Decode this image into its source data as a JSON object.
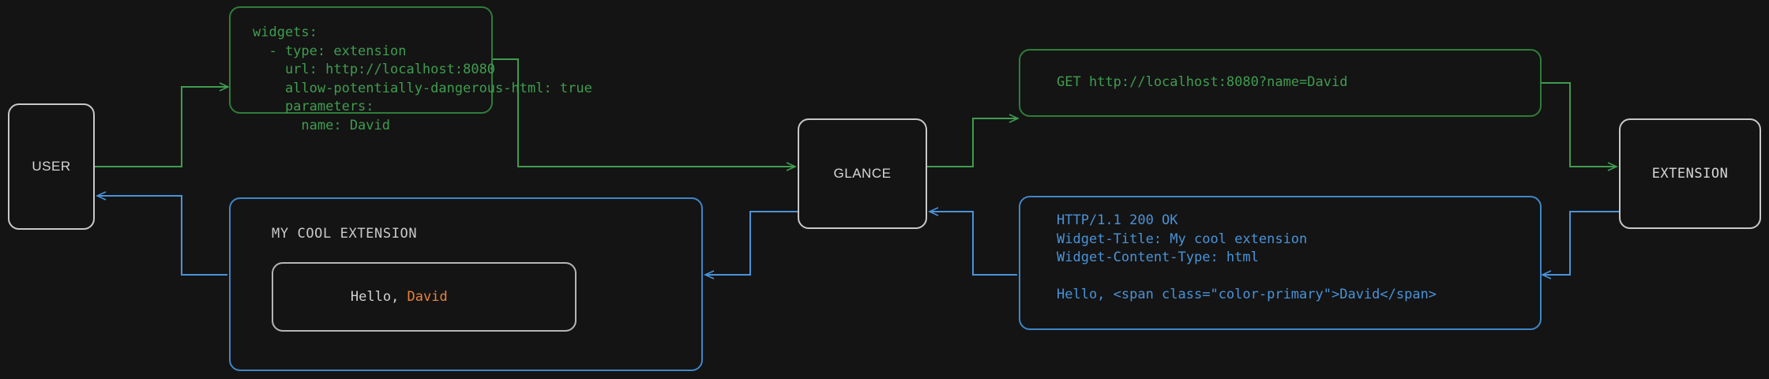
{
  "diagram": {
    "type": "sequence-flow",
    "background_color": "#141414",
    "colors": {
      "request_green": "#3f9c4f",
      "request_border_green": "#2f7d3a",
      "response_blue": "#4a93d8",
      "response_border_blue": "#3f86c8",
      "node_border": "#c8c8c8",
      "node_text": "#d6d6d6",
      "widget_accent_orange": "#e8833a",
      "widget_text": "#d2d2d2"
    }
  },
  "nodes": {
    "user": {
      "label": "USER"
    },
    "glance": {
      "label": "GLANCE"
    },
    "extension": {
      "label": "EXTENSION"
    }
  },
  "panels": {
    "config_yaml": {
      "kind": "request",
      "color": "#3f9c4f",
      "lines": [
        "widgets:",
        "  - type: extension",
        "    url: http://localhost:8080",
        "    allow-potentially-dangerous-html: true",
        "    parameters:",
        "      name: David"
      ]
    },
    "http_request": {
      "kind": "request",
      "color": "#3f9c4f",
      "lines": [
        "GET http://localhost:8080?name=David"
      ]
    },
    "http_response": {
      "kind": "response",
      "color": "#4a93d8",
      "lines": [
        "HTTP/1.1 200 OK",
        "Widget-Title: My cool extension",
        "Widget-Content-Type: html",
        "",
        "Hello, <span class=\"color-primary\">David</span>"
      ]
    },
    "rendered_widget": {
      "kind": "response",
      "color": "#4a93d8",
      "title": "MY COOL EXTENSION",
      "body_prefix": "Hello, ",
      "body_accent": "David"
    }
  },
  "connections": [
    {
      "name": "user-to-config",
      "from": "user",
      "to": "config_yaml",
      "color": "#3f9c4f"
    },
    {
      "name": "config-to-glance",
      "from": "config_yaml",
      "to": "glance",
      "color": "#3f9c4f"
    },
    {
      "name": "glance-to-request",
      "from": "glance",
      "to": "http_request",
      "color": "#3f9c4f"
    },
    {
      "name": "request-to-extension",
      "from": "http_request",
      "to": "extension",
      "color": "#3f9c4f"
    },
    {
      "name": "extension-to-response",
      "from": "extension",
      "to": "http_response",
      "color": "#4a93d8"
    },
    {
      "name": "response-to-glance",
      "from": "http_response",
      "to": "glance",
      "color": "#4a93d8"
    },
    {
      "name": "glance-to-widget",
      "from": "glance",
      "to": "rendered_widget",
      "color": "#4a93d8"
    },
    {
      "name": "widget-to-user",
      "from": "rendered_widget",
      "to": "user",
      "color": "#4a93d8"
    }
  ]
}
